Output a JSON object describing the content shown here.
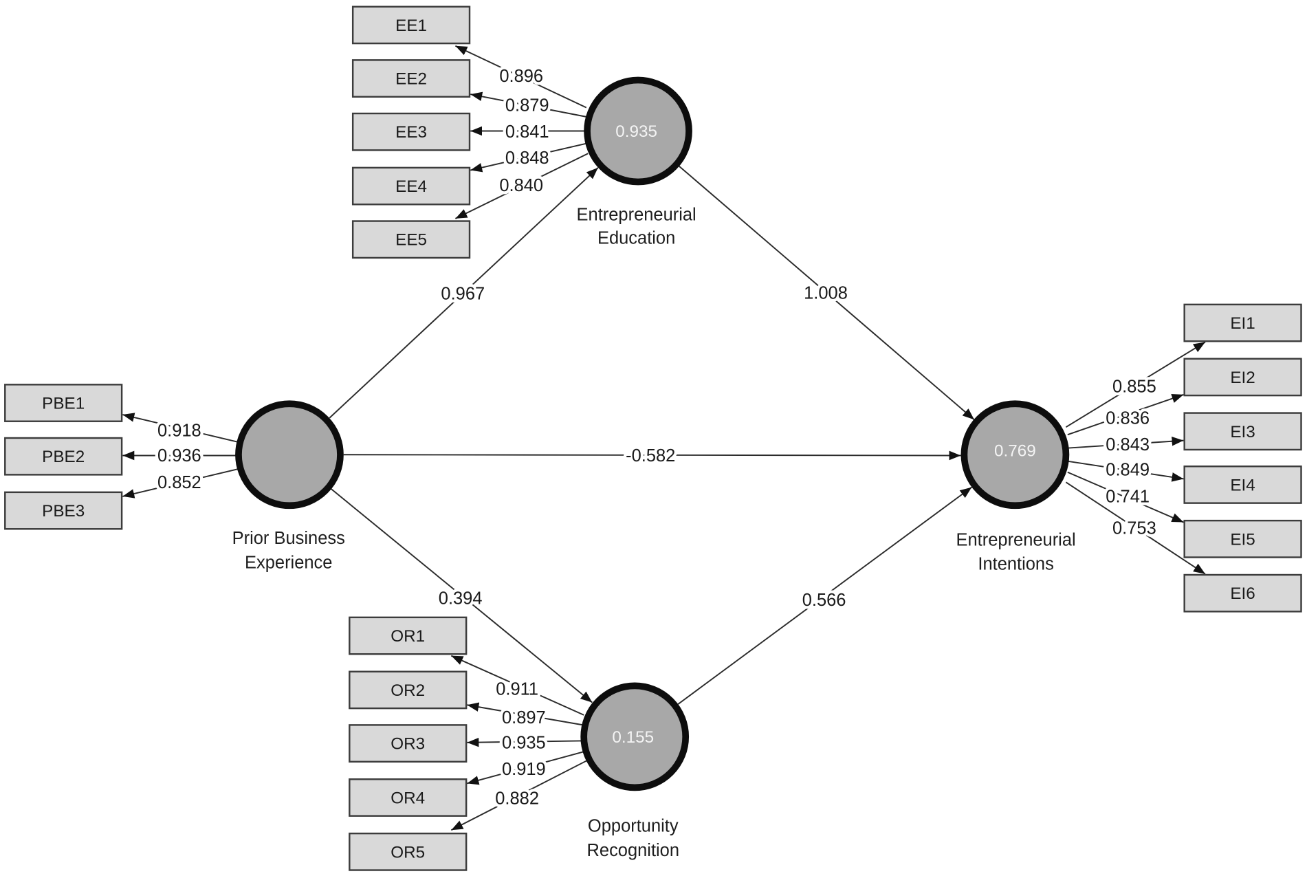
{
  "constructs": {
    "entrepreneurial_education": {
      "name": [
        "Entrepreneurial",
        "Education"
      ],
      "value": "0.935"
    },
    "prior_business_experience": {
      "name": [
        "Prior Business",
        "Experience"
      ]
    },
    "opportunity_recognition": {
      "name": [
        "Opportunity",
        "Recognition"
      ],
      "value": "0.155"
    },
    "entrepreneurial_intentions": {
      "name": [
        "Entrepreneurial",
        "Intentions"
      ],
      "value": "0.769"
    }
  },
  "indicators": {
    "entrepreneurial_education": [
      {
        "label": "EE1",
        "loading": "0.896"
      },
      {
        "label": "EE2",
        "loading": "0.879"
      },
      {
        "label": "EE3",
        "loading": "0.841"
      },
      {
        "label": "EE4",
        "loading": "0.848"
      },
      {
        "label": "EE5",
        "loading": "0.840"
      }
    ],
    "prior_business_experience": [
      {
        "label": "PBE1",
        "loading": "0.918"
      },
      {
        "label": "PBE2",
        "loading": "0.936"
      },
      {
        "label": "PBE3",
        "loading": "0.852"
      }
    ],
    "opportunity_recognition": [
      {
        "label": "OR1",
        "loading": "0.911"
      },
      {
        "label": "OR2",
        "loading": "0.897"
      },
      {
        "label": "OR3",
        "loading": "0.935"
      },
      {
        "label": "OR4",
        "loading": "0.919"
      },
      {
        "label": "OR5",
        "loading": "0.882"
      }
    ],
    "entrepreneurial_intentions": [
      {
        "label": "EI1",
        "loading": "0.855"
      },
      {
        "label": "EI2",
        "loading": "0.836"
      },
      {
        "label": "EI3",
        "loading": "0.843"
      },
      {
        "label": "EI4",
        "loading": "0.849"
      },
      {
        "label": "EI5",
        "loading": "0.741"
      },
      {
        "label": "EI6",
        "loading": "0.753"
      }
    ]
  },
  "paths": {
    "pbe_to_ee": "0.967",
    "ee_to_ei": "1.008",
    "pbe_to_ei": "-0.582",
    "pbe_to_or": "0.394",
    "or_to_ei": "0.566"
  },
  "colors": {
    "construct_fill": "#a8a8a8",
    "construct_stroke": "#0d0d0d",
    "indicator_fill": "#d9d9d9",
    "indicator_stroke": "#3c3c3c"
  }
}
